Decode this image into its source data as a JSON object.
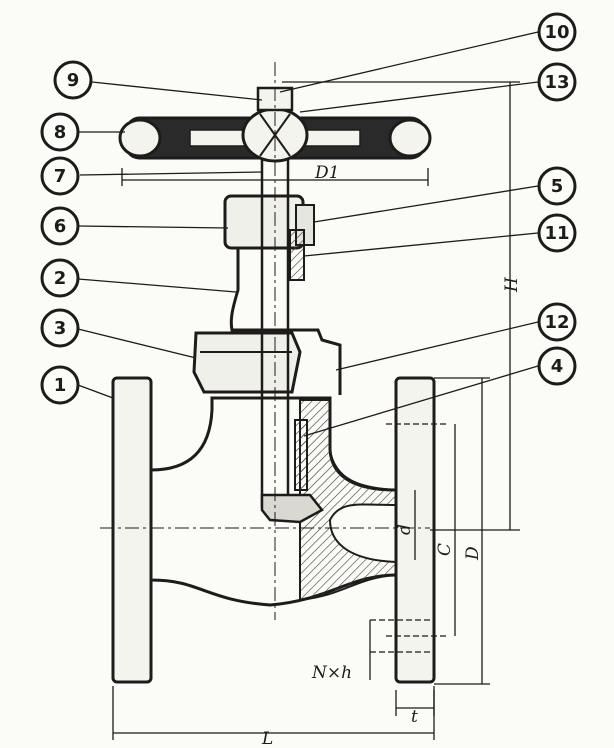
{
  "figure": {
    "part_numbers": [
      "1",
      "2",
      "3",
      "4",
      "5",
      "6",
      "7",
      "8",
      "9",
      "10",
      "11",
      "12",
      "13"
    ],
    "dimension_labels": {
      "d1": "D1",
      "h": "H",
      "d": "d",
      "c": "C",
      "d_outer": "D",
      "nxh": "N×h",
      "t": "t",
      "l": "L"
    },
    "colors": {
      "ink": "#1e1b1b",
      "body_fill": "#2a2a2a",
      "paper": "#fbfbf7",
      "hatch": "#3a3a3a"
    }
  }
}
